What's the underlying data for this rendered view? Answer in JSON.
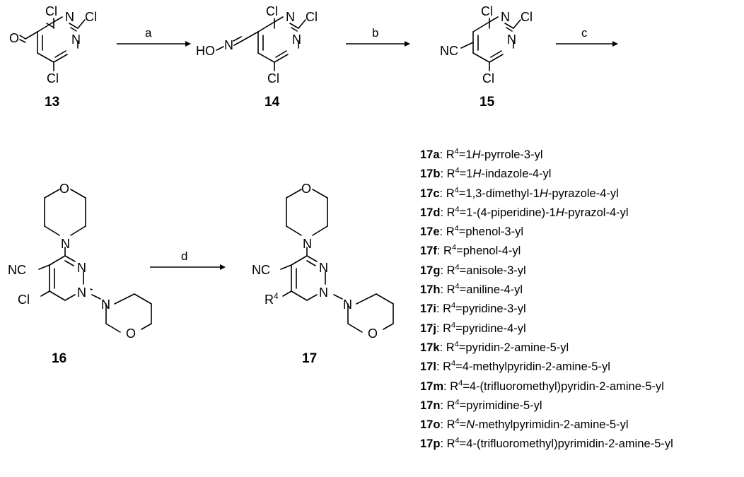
{
  "compounds": [
    {
      "id": "c13",
      "label": "13"
    },
    {
      "id": "c14",
      "label": "14"
    },
    {
      "id": "c15",
      "label": "15"
    },
    {
      "id": "c16",
      "label": "16"
    },
    {
      "id": "c17",
      "label": "17"
    }
  ],
  "atoms": {
    "cl": "Cl",
    "n": "N",
    "o": "O",
    "ho": "HO",
    "cn_left": "NC",
    "r4": "R",
    "r4_sup": "4"
  },
  "steps": [
    "a",
    "b",
    "c",
    "d"
  ],
  "r_group_prefix": "R",
  "r_group_sup": "4",
  "r_groups": [
    {
      "code": "17a",
      "sep": ":",
      "parts": [
        {
          "t": "1"
        },
        {
          "t": "H",
          "i": true
        },
        {
          "t": "-pyrrole-3-yl"
        }
      ]
    },
    {
      "code": "17b",
      "sep": ":",
      "parts": [
        {
          "t": "1"
        },
        {
          "t": "H",
          "i": true
        },
        {
          "t": "-indazole-4-yl"
        }
      ]
    },
    {
      "code": "17c",
      "sep": ":",
      "parts": [
        {
          "t": "1,3-dimethyl-1"
        },
        {
          "t": "H",
          "i": true
        },
        {
          "t": "-pyrazole-4-yl"
        }
      ]
    },
    {
      "code": "17d",
      "sep": ":",
      "parts": [
        {
          "t": "1-(4-piperidine)-1"
        },
        {
          "t": "H",
          "i": true
        },
        {
          "t": "-pyrazol-4-yl"
        }
      ]
    },
    {
      "code": "17e",
      "sep": ":",
      "parts": [
        {
          "t": "phenol-3-yl"
        }
      ]
    },
    {
      "code": "17f",
      "sep": ":",
      "parts": [
        {
          "t": "phenol-4-yl"
        }
      ]
    },
    {
      "code": "17g",
      "sep": ":",
      "parts": [
        {
          "t": "anisole-3-yl"
        }
      ]
    },
    {
      "code": "17h",
      "sep": ":",
      "parts": [
        {
          "t": "aniline-4-yl"
        }
      ]
    },
    {
      "code": "17i",
      "sep": ":",
      "parts": [
        {
          "t": "pyridine-3-yl"
        }
      ]
    },
    {
      "code": "17j",
      "sep": ":",
      "parts": [
        {
          "t": "pyridine-4-yl"
        }
      ]
    },
    {
      "code": "17k",
      "sep": ":",
      "parts": [
        {
          "t": "pyridin-2-amine-5-yl"
        }
      ]
    },
    {
      "code": "17l",
      "sep": ":",
      "parts": [
        {
          "t": "4-methylpyridin-2-amine-5-yl"
        }
      ]
    },
    {
      "code": "17m",
      "sep": ":",
      "parts": [
        {
          "t": "4-(trifluoromethyl)pyridin-2-amine-5-yl"
        }
      ]
    },
    {
      "code": "17n",
      "sep": ":",
      "parts": [
        {
          "t": "pyrimidine-5-yl"
        }
      ]
    },
    {
      "code": "17o",
      "sep": ":",
      "parts": [
        {
          "t": "N",
          "i": true
        },
        {
          "t": "-methylpyrimidin-2-amine-5-yl"
        }
      ]
    },
    {
      "code": "17p",
      "sep": ":",
      "parts": [
        {
          "t": "4-(trifluoromethyl)pyrimidin-2-amine-5-yl"
        }
      ]
    }
  ]
}
